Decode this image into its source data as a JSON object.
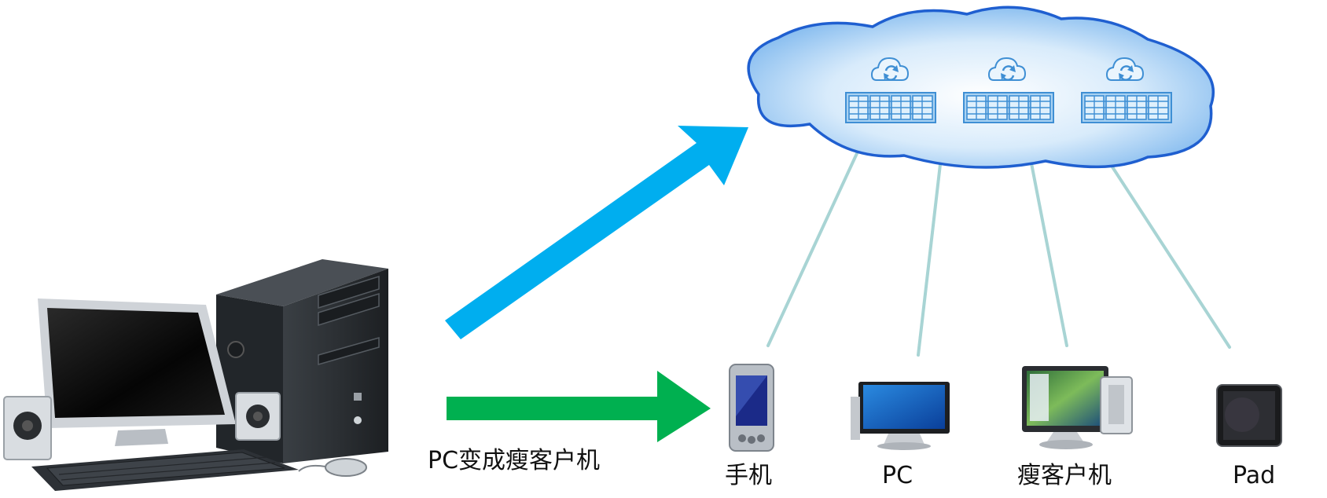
{
  "caption": "PC变成瘦客户机",
  "devices": [
    {
      "label": "手机",
      "icon": "phone-icon"
    },
    {
      "label": "PC",
      "icon": "monitor-icon"
    },
    {
      "label": "瘦客户机",
      "icon": "thin-client-icon"
    },
    {
      "label": "Pad",
      "icon": "tablet-icon"
    }
  ],
  "cloud": {
    "servers": 3,
    "server_icon": "server-rack-icon",
    "sync_icon": "cloud-sync-icon"
  },
  "colors": {
    "to_cloud_arrow": "#00aeef",
    "to_device_arrow": "#00b050",
    "cloud_fill": "#8cc4f2",
    "cloud_edge": "#1f5fd0",
    "link_line": "#a8d4d4"
  }
}
